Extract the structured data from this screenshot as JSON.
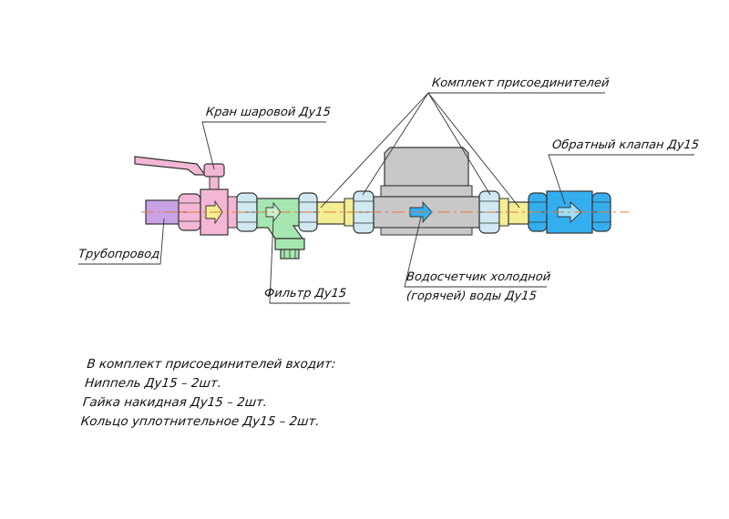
{
  "labels": {
    "ball_valve": "Кран шаровой Ду15",
    "connector_kit": "Комплект присоединителей",
    "check_valve": "Обратный клапан Ду15",
    "pipeline": "Трубопровод",
    "filter": "Фильтр Ду15",
    "meter_line1": "Водосчетчик холодной",
    "meter_line2": "(горячей) воды Ду15"
  },
  "note": {
    "title": "В комплект присоединителей входит:",
    "items": [
      "Ниппель Ду15 – 2шт.",
      "Гайка накидная Ду15 – 2шт.",
      "Кольцо уплотнительное Ду15 – 2шт."
    ]
  },
  "colors": {
    "pipe": "#c9a2e6",
    "ball_valve": "#f3b6d4",
    "filter": "#a6e6b0",
    "nut": "#cfe8f2",
    "nipple": "#f5ed93",
    "meter": "#c8c8c8",
    "check_valve": "#35aef0",
    "arrow": "#f2c830",
    "axis": "#e07a3a"
  }
}
